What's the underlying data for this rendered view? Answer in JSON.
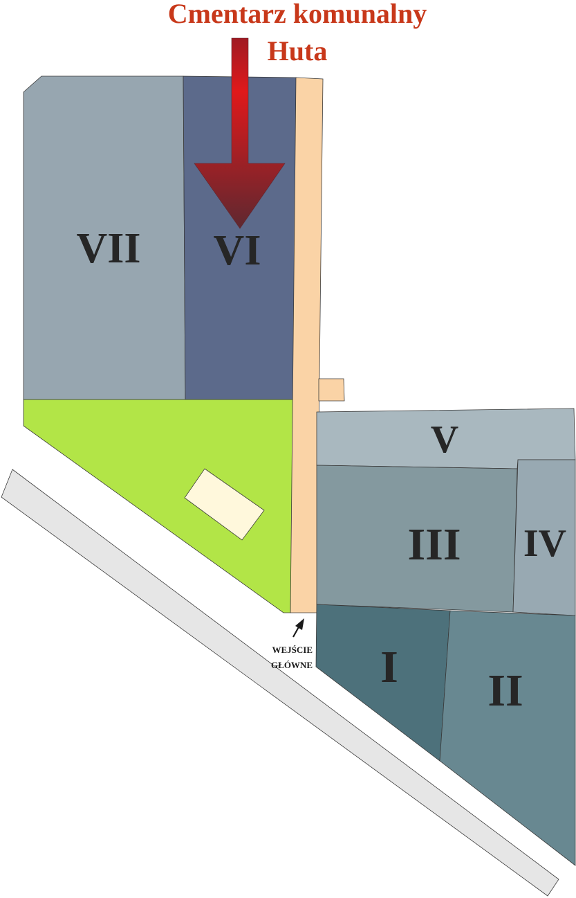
{
  "title": {
    "line1": "Cmentarz komunalny",
    "line2": "Huta"
  },
  "sections": {
    "I": "I",
    "II": "II",
    "III": "III",
    "IV": "IV",
    "V": "V",
    "VI": "VI",
    "VII": "VII"
  },
  "entrance": {
    "line1": "WEJŚCIE",
    "line2": "GŁÓWNE"
  },
  "colors": {
    "title": "#c8381a",
    "arrow_top": "#e0191b",
    "arrow_bottom": "#5e2830",
    "section_VII": "#97a6b0",
    "section_VI": "#5c6a8b",
    "section_V": "#a9b8bf",
    "section_III": "#84999f",
    "section_IV": "#98a9b2",
    "section_I": "#4d717b",
    "section_II": "#688891",
    "green_area": "#b2e547",
    "main_path": "#fad3a6",
    "building": "#fff8dc",
    "road": "#e6e6e6"
  },
  "icons": {
    "location_marker": "down-arrow-icon",
    "entrance_pointer": "up-arrow-icon"
  }
}
